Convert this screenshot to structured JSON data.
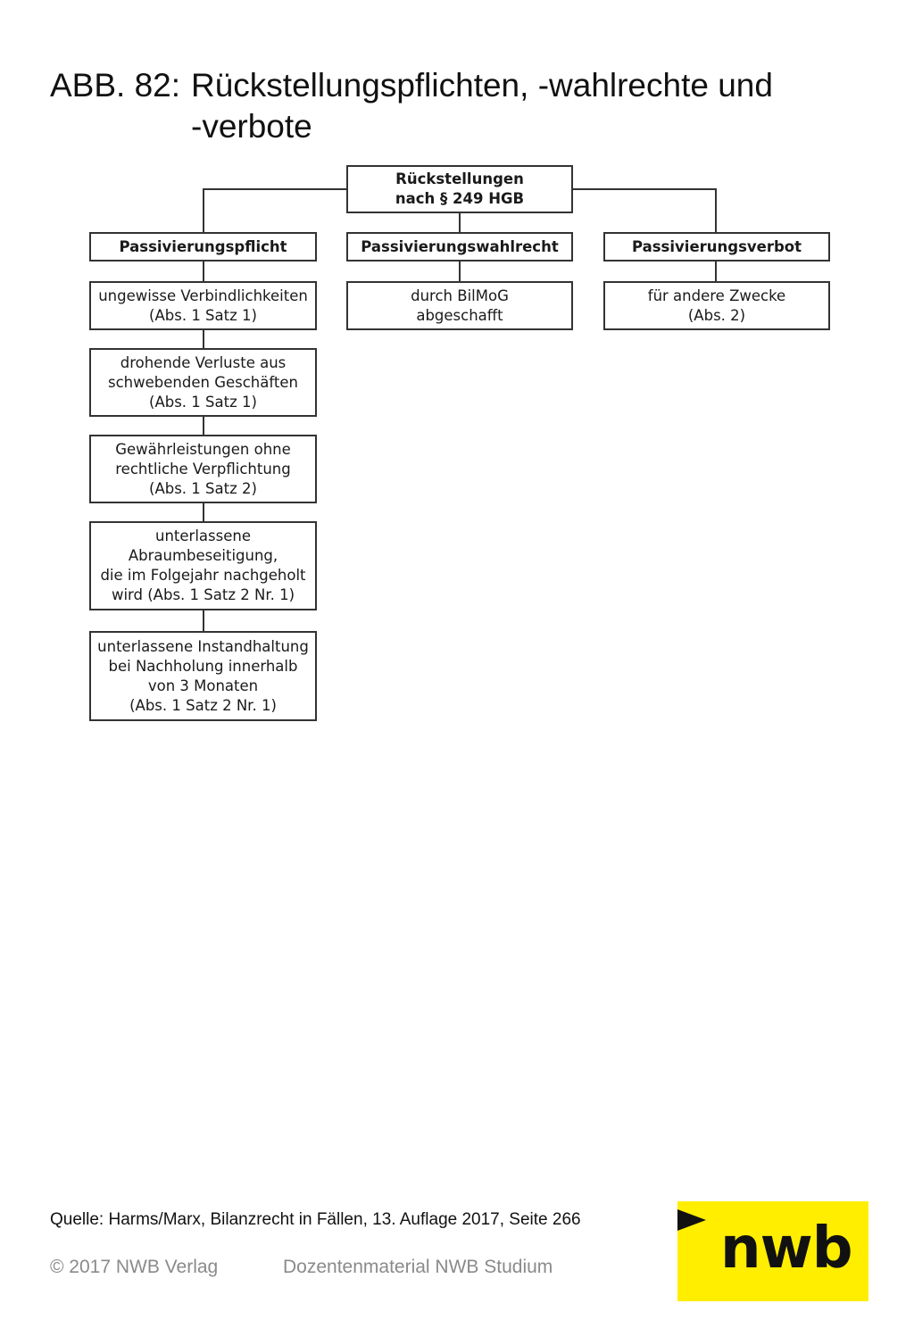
{
  "title": {
    "prefix": "ABB. 82:",
    "line1": "Rückstellungspflichten, -wahlrechte und",
    "line2": "-verbote"
  },
  "diagram": {
    "root": "Rückstellungen\nnach § 249 HGB",
    "categories": [
      {
        "label": "Passivierungspflicht"
      },
      {
        "label": "Passivierungswahlrecht"
      },
      {
        "label": "Passivierungsverbot"
      }
    ],
    "pflicht_items": [
      "ungewisse Verbindlichkeiten\n(Abs. 1 Satz 1)",
      "drohende Verluste aus\nschwebenden Geschäften\n(Abs. 1 Satz 1)",
      "Gewährleistungen ohne\nrechtliche Verpflichtung\n(Abs. 1 Satz 2)",
      "unterlassene\nAbraumbeseitigung,\ndie im Folgejahr nachgeholt\nwird (Abs. 1 Satz 2 Nr. 1)",
      "unterlassene Instandhaltung\nbei Nachholung innerhalb\nvon 3 Monaten\n(Abs. 1 Satz 2 Nr. 1)"
    ],
    "wahlrecht_item": "durch BilMoG\nabgeschafft",
    "verbot_item": "für andere Zwecke\n(Abs. 2)"
  },
  "source": "Quelle: Harms/Marx, Bilanzrecht in Fällen, 13. Auflage 2017, Seite 266",
  "footer": {
    "copyright": "© 2017 NWB Verlag",
    "course": "Dozentenmaterial NWB Studium"
  },
  "logo": {
    "text": "nwb",
    "color": "#ffee00"
  }
}
